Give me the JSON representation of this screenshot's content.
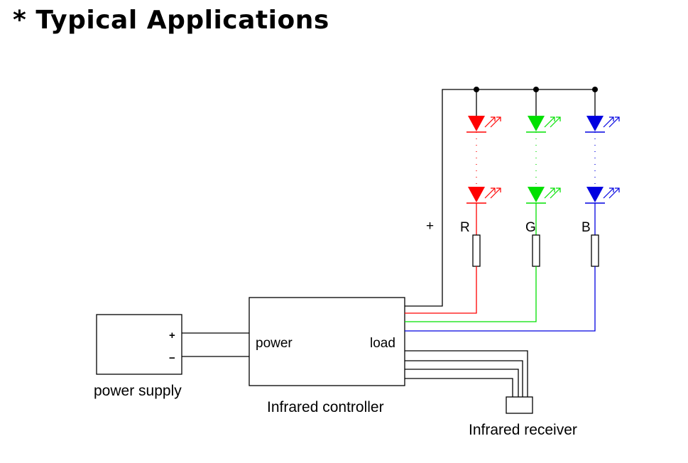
{
  "title": "* Typical Applications",
  "labels": {
    "power_supply": "power supply",
    "plus": "+",
    "minus": "−",
    "controller": "Infrared controller",
    "power_port": "power",
    "load_port": "load",
    "receiver": "Infrared receiver",
    "common_plus": "+"
  },
  "channels": [
    {
      "label": "R",
      "color": "#ff0000"
    },
    {
      "label": "G",
      "color": "#00e000"
    },
    {
      "label": "B",
      "color": "#0000e0"
    }
  ],
  "colors": {
    "wire": "#000000",
    "red": "#ff0000",
    "green": "#00e000",
    "blue": "#0000e0"
  }
}
